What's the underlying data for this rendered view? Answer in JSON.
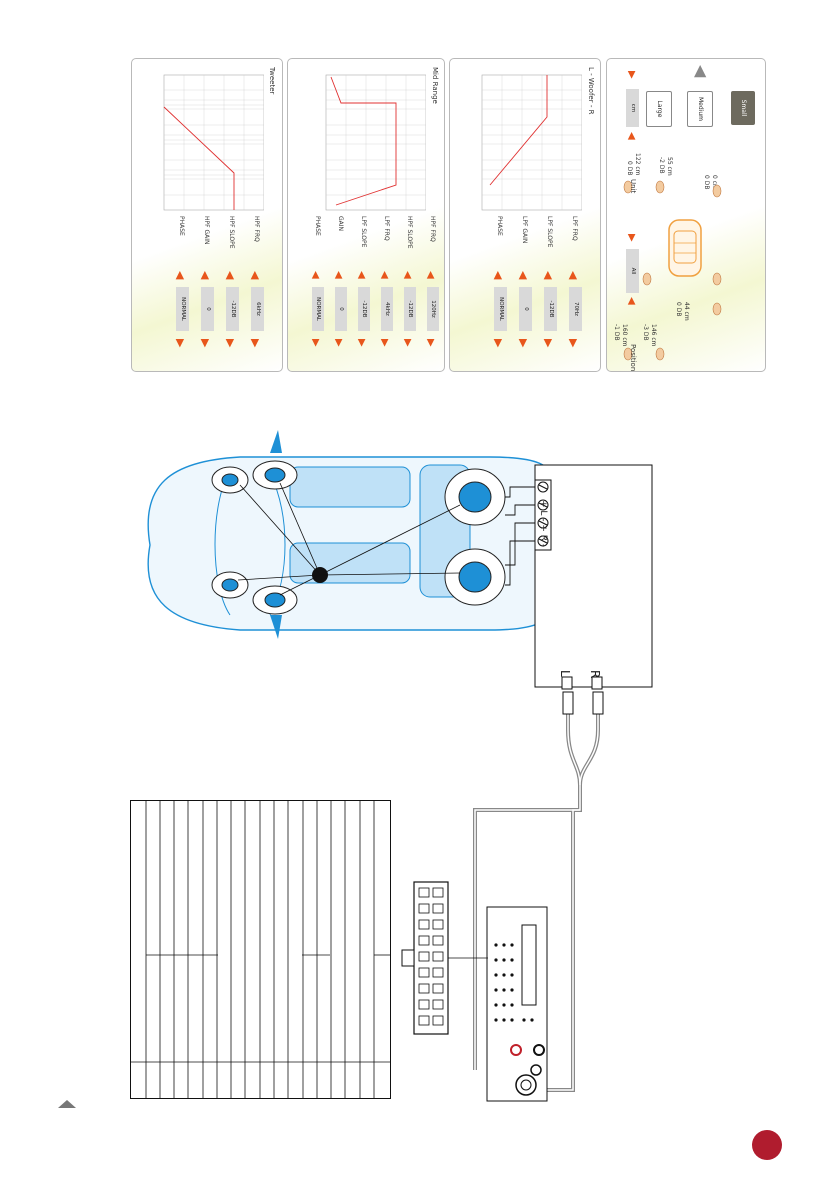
{
  "panels": {
    "tweeter": {
      "title": "Tweeter",
      "rows": [
        {
          "label": "HPF  FRQ",
          "value": "6kHz"
        },
        {
          "label": "HPF  SLOPE",
          "value": "-12DB"
        },
        {
          "label": "HPF  GAIN",
          "value": "0"
        },
        {
          "label": "PHASE",
          "value": "NORMAL"
        }
      ]
    },
    "midrange": {
      "title": "Mid Range",
      "rows": [
        {
          "label": "HPF  FRQ",
          "value": "120Hz"
        },
        {
          "label": "HPF  SLOPE",
          "value": "-12DB"
        },
        {
          "label": "LPF  FRQ",
          "value": "4kHz"
        },
        {
          "label": "LPF  SLOPE",
          "value": "-12DB"
        },
        {
          "label": "GAIN",
          "value": "0"
        },
        {
          "label": "PHASE",
          "value": "NORMAL"
        }
      ]
    },
    "woofer": {
      "title": "L - Woofer - R",
      "rows": [
        {
          "label": "LPF  FRQ",
          "value": "70Hz"
        },
        {
          "label": "LPF  SLOPE",
          "value": "-12DB"
        },
        {
          "label": "LPF  GAIN",
          "value": "0"
        },
        {
          "label": "PHASE",
          "value": "NORMAL"
        }
      ]
    },
    "position": {
      "buttons": {
        "small": "Small",
        "medium": "Medium",
        "large": "Large"
      },
      "delays": [
        {
          "dist": "122 cm",
          "db": "0 DB"
        },
        {
          "dist": "55 cm",
          "db": "-2 DB"
        },
        {
          "dist": "0 cm",
          "db": "0 DB"
        },
        {
          "dist": "160 cm",
          "db": "-1 DB"
        },
        {
          "dist": "146 cm",
          "db": "-3 DB"
        },
        {
          "dist": "44 cm",
          "db": "0 DB"
        }
      ],
      "position_label": "Position",
      "position_value": "All",
      "unit_label": "Unit",
      "unit_value": "cm"
    }
  },
  "amplifier": {
    "terminal_labels": "+ L -   + R -",
    "input_left": "L",
    "input_right": "R"
  },
  "colors": {
    "accent": "#b01c2e",
    "car_blue": "#1e90d6",
    "arrow_orange": "#e8561b",
    "curve_red": "#e03030",
    "car_orange": "#f0a040"
  }
}
